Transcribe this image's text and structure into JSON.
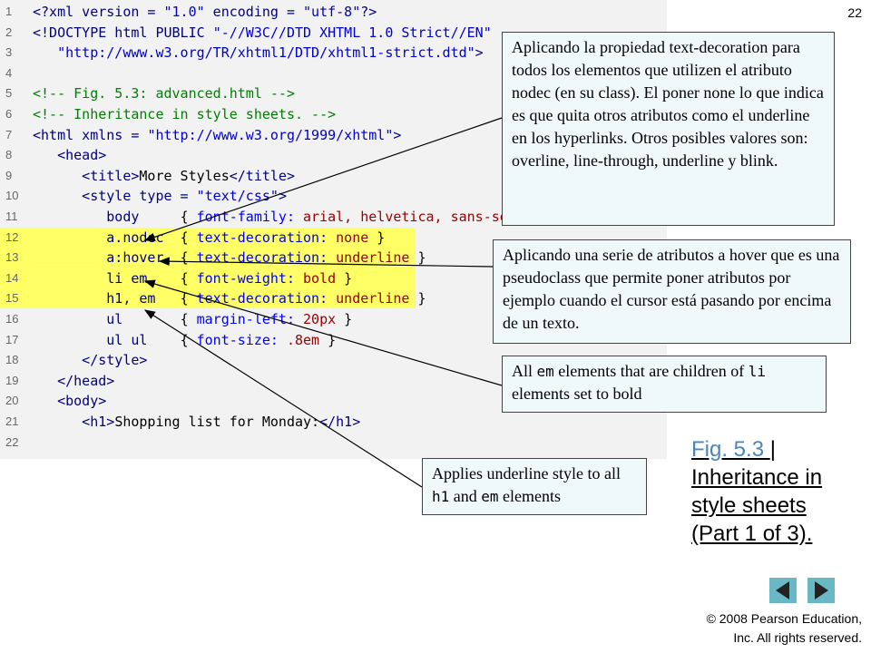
{
  "page_number": "22",
  "code_lines": [
    {
      "n": "1",
      "parts": [
        {
          "t": "<?xml version = ",
          "c": "tag"
        },
        {
          "t": "\"1.0\"",
          "c": "str"
        },
        {
          "t": " encoding = ",
          "c": "tag"
        },
        {
          "t": "\"utf-8\"",
          "c": "str"
        },
        {
          "t": "?>",
          "c": "tag"
        }
      ]
    },
    {
      "n": "2",
      "parts": [
        {
          "t": "<!DOCTYPE html PUBLIC ",
          "c": "tag"
        },
        {
          "t": "\"-//W3C//DTD XHTML 1.0 Strict//EN\"",
          "c": "str"
        }
      ]
    },
    {
      "n": "3",
      "parts": [
        {
          "t": "   ",
          "c": ""
        },
        {
          "t": "\"http://www.w3.org/TR/xhtml1/DTD/xhtml1-strict.dtd\"",
          "c": "str"
        },
        {
          "t": ">",
          "c": "tag"
        }
      ]
    },
    {
      "n": "4",
      "parts": []
    },
    {
      "n": "5",
      "parts": [
        {
          "t": "<!-- Fig. 5.3: advanced.html -->",
          "c": "cmt"
        }
      ]
    },
    {
      "n": "6",
      "parts": [
        {
          "t": "<!-- Inheritance in style sheets. -->",
          "c": "cmt"
        }
      ]
    },
    {
      "n": "7",
      "parts": [
        {
          "t": "<html xmlns = ",
          "c": "tag"
        },
        {
          "t": "\"http://www.w3.org/1999/xhtml\"",
          "c": "str"
        },
        {
          "t": ">",
          "c": "tag"
        }
      ]
    },
    {
      "n": "8",
      "parts": [
        {
          "t": "   <head>",
          "c": "tag"
        }
      ]
    },
    {
      "n": "9",
      "parts": [
        {
          "t": "      <title>",
          "c": "tag"
        },
        {
          "t": "More Styles",
          "c": ""
        },
        {
          "t": "</title>",
          "c": "tag"
        }
      ]
    },
    {
      "n": "10",
      "parts": [
        {
          "t": "      <style type = ",
          "c": "tag"
        },
        {
          "t": "\"text/css\"",
          "c": "str"
        },
        {
          "t": ">",
          "c": "tag"
        }
      ]
    },
    {
      "n": "11",
      "parts": [
        {
          "t": "         body     ",
          "c": "sel"
        },
        {
          "t": "{ ",
          "c": ""
        },
        {
          "t": "font-family: ",
          "c": "prop"
        },
        {
          "t": "arial, helvetica, sans-serif }",
          "c": "val"
        }
      ]
    },
    {
      "n": "12",
      "hl": true,
      "parts": [
        {
          "t": "         a.nodec  ",
          "c": "sel"
        },
        {
          "t": "{ ",
          "c": ""
        },
        {
          "t": "text-decoration: ",
          "c": "prop"
        },
        {
          "t": "none",
          "c": "val"
        },
        {
          "t": " }",
          "c": ""
        }
      ]
    },
    {
      "n": "13",
      "hl": true,
      "parts": [
        {
          "t": "         a:hover  ",
          "c": "sel"
        },
        {
          "t": "{ ",
          "c": ""
        },
        {
          "t": "text-decoration: ",
          "c": "prop"
        },
        {
          "t": "underline",
          "c": "val"
        },
        {
          "t": " }",
          "c": ""
        }
      ]
    },
    {
      "n": "14",
      "hl": true,
      "parts": [
        {
          "t": "         li em    ",
          "c": "sel"
        },
        {
          "t": "{ ",
          "c": ""
        },
        {
          "t": "font-weight: ",
          "c": "prop"
        },
        {
          "t": "bold",
          "c": "val"
        },
        {
          "t": " }",
          "c": ""
        }
      ]
    },
    {
      "n": "15",
      "hl": true,
      "parts": [
        {
          "t": "         h1, em   ",
          "c": "sel"
        },
        {
          "t": "{ ",
          "c": ""
        },
        {
          "t": "text-decoration: ",
          "c": "prop"
        },
        {
          "t": "underline",
          "c": "val"
        },
        {
          "t": " }",
          "c": ""
        }
      ]
    },
    {
      "n": "16",
      "parts": [
        {
          "t": "         ul       ",
          "c": "sel"
        },
        {
          "t": "{ ",
          "c": ""
        },
        {
          "t": "margin-left: ",
          "c": "prop"
        },
        {
          "t": "20px",
          "c": "val"
        },
        {
          "t": " }",
          "c": ""
        }
      ]
    },
    {
      "n": "17",
      "parts": [
        {
          "t": "         ul ul    ",
          "c": "sel"
        },
        {
          "t": "{ ",
          "c": ""
        },
        {
          "t": "font-size: ",
          "c": "prop"
        },
        {
          "t": ".8em",
          "c": "val"
        },
        {
          "t": " }",
          "c": ""
        }
      ]
    },
    {
      "n": "18",
      "parts": [
        {
          "t": "      </style>",
          "c": "tag"
        }
      ]
    },
    {
      "n": "19",
      "parts": [
        {
          "t": "   </head>",
          "c": "tag"
        }
      ]
    },
    {
      "n": "20",
      "parts": [
        {
          "t": "   <body>",
          "c": "tag"
        }
      ]
    },
    {
      "n": "21",
      "parts": [
        {
          "t": "      <h1>",
          "c": "tag"
        },
        {
          "t": "Shopping list for Monday:",
          "c": ""
        },
        {
          "t": "</h1>",
          "c": "tag"
        }
      ]
    },
    {
      "n": "22",
      "parts": []
    }
  ],
  "callouts": {
    "nodec": "Aplicando la propiedad text-decoration para todos los elementos que utilizen el atributo nodec (en su class).  El poner none lo que indica es que quita otros atributos como el underline en los hyperlinks.  Otros posibles valores son: overline, line-through, underline y blink.",
    "hover": "Aplicando una serie de atributos a hover que es una pseudoclass que permite poner atributos por ejemplo cuando el cursor está pasando por encima de un texto.",
    "li_em": {
      "pre": "All ",
      "code1": "em",
      "mid": " elements that are children of ",
      "code2": "li",
      "post": " elements set to bold"
    },
    "h1_em": {
      "pre": "Applies underline style to all ",
      "code1": "h1",
      "mid": " and ",
      "code2": "em",
      "post": " elements"
    }
  },
  "caption": {
    "link": "Fig. 5.3 ",
    "rest": "| Inheritance in style sheets (Part 1 of 3)."
  },
  "copyright": {
    "line1": "© 2008 Pearson Education,",
    "line2": "Inc.  All rights reserved."
  },
  "nav": {
    "prev_icon": "triangle-left-icon",
    "next_icon": "triangle-right-icon"
  }
}
